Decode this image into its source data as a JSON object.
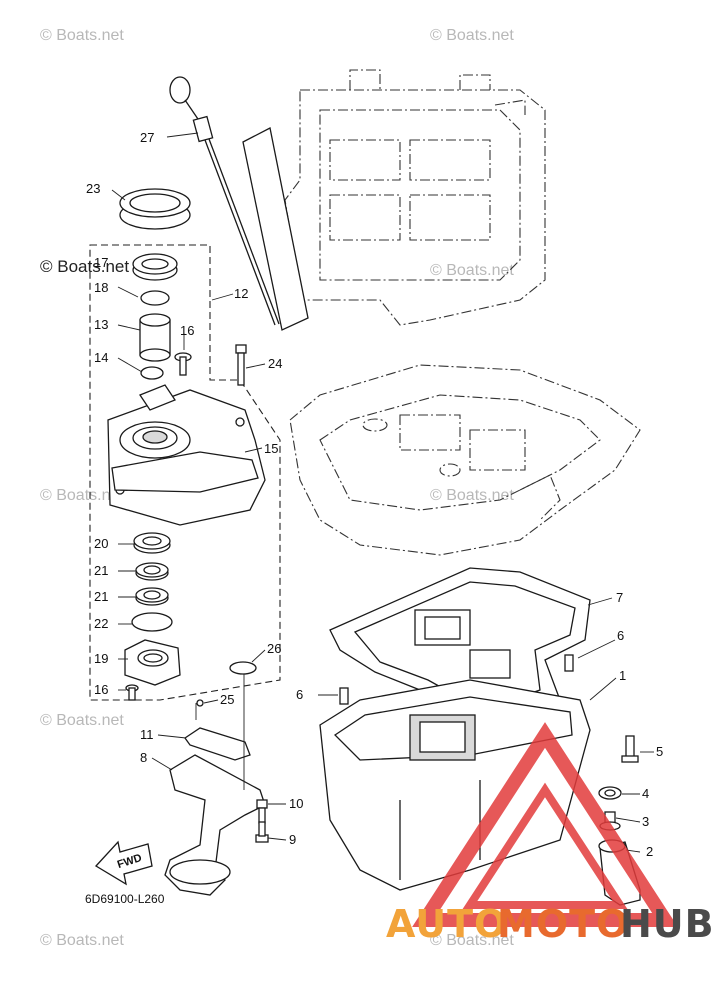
{
  "watermark": {
    "text": "© Boats.net",
    "dark_text": "© Boats.net"
  },
  "diagram": {
    "code": "6D69100-L260",
    "fwd_label": "FWD",
    "callouts": [
      "27",
      "23",
      "17",
      "18",
      "12",
      "13",
      "16",
      "14",
      "24",
      "15",
      "20",
      "21",
      "21",
      "22",
      "19",
      "16",
      "26",
      "25",
      "7",
      "6",
      "6",
      "1",
      "5",
      "4",
      "3",
      "2",
      "11",
      "8",
      "10",
      "9"
    ]
  },
  "brand": {
    "part1": "AUTO",
    "part2": "MOTO",
    "part3": "HUB",
    "colors": {
      "accent": "#f2a33a",
      "dark": "#4a4a4a",
      "triangle": "#e23b3b"
    }
  }
}
